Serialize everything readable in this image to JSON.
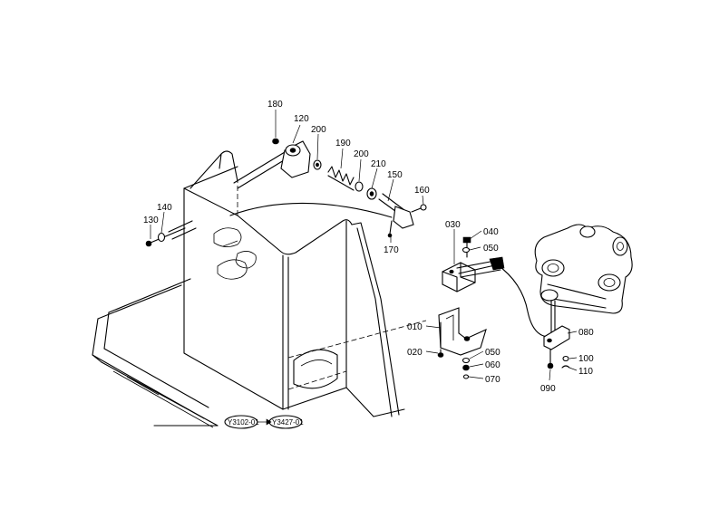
{
  "callouts": [
    {
      "id": "c180",
      "text": "180"
    },
    {
      "id": "c120",
      "text": "120"
    },
    {
      "id": "c200a",
      "text": "200"
    },
    {
      "id": "c190",
      "text": "190"
    },
    {
      "id": "c200b",
      "text": "200"
    },
    {
      "id": "c210",
      "text": "210"
    },
    {
      "id": "c150",
      "text": "150"
    },
    {
      "id": "c160",
      "text": "160"
    },
    {
      "id": "c170",
      "text": "170"
    },
    {
      "id": "c130",
      "text": "130"
    },
    {
      "id": "c140",
      "text": "140"
    },
    {
      "id": "c030",
      "text": "030"
    },
    {
      "id": "c040",
      "text": "040"
    },
    {
      "id": "c050a",
      "text": "050"
    },
    {
      "id": "c010",
      "text": "010"
    },
    {
      "id": "c020",
      "text": "020"
    },
    {
      "id": "c050b",
      "text": "050"
    },
    {
      "id": "c060",
      "text": "060"
    },
    {
      "id": "c070",
      "text": "070"
    },
    {
      "id": "c080",
      "text": "080"
    },
    {
      "id": "c100",
      "text": "100"
    },
    {
      "id": "c110",
      "text": "110"
    },
    {
      "id": "c090",
      "text": "090"
    }
  ],
  "reference_tags": [
    {
      "id": "t1",
      "text": "Y3102-01"
    },
    {
      "id": "t2",
      "text": "Y3427-01"
    }
  ]
}
